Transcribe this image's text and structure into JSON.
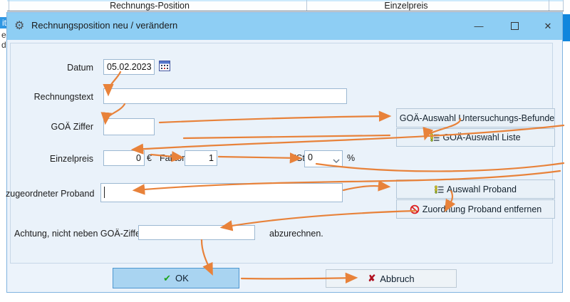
{
  "background": {
    "header_columns": [
      {
        "label": "Rechnungs-Position"
      },
      {
        "label": "Einzelpreis"
      }
    ],
    "left_fragments": {
      "selected": "it",
      "line2": "e",
      "line3": "d"
    }
  },
  "dialog": {
    "title": "Rechnungsposition neu / verändern",
    "window_controls": {
      "minimize": "—",
      "close": "✕"
    },
    "fields": {
      "datum": {
        "label": "Datum",
        "value": "05.02.2023"
      },
      "rechnungstext": {
        "label": "Rechnungstext",
        "value": ""
      },
      "goa_ziffer": {
        "label": "GOÄ Ziffer",
        "value": ""
      },
      "einzelpreis": {
        "label": "Einzelpreis",
        "value": "0",
        "suffix": "€"
      },
      "faktor": {
        "label": "Faktor",
        "value": "1"
      },
      "ust": {
        "label": "USt",
        "value": "0",
        "suffix": "%"
      },
      "proband": {
        "label": "zugeordneter Proband",
        "value": ""
      },
      "achtung": {
        "prefix": "Achtung, nicht neben GOÄ-Ziffern",
        "value": "",
        "suffix": "abzurechnen."
      }
    },
    "buttons": {
      "goa_befunde": "GOÄ-Auswahl Untersuchungs-Befunde",
      "goa_liste": "GOÄ-Auswahl Liste",
      "auswahl_proband": "Auswahl Proband",
      "zuordnung_entfernen": "Zuordnung Proband entfernen",
      "ok": "OK",
      "abbruch": "Abbruch"
    },
    "icons": {
      "gear": "⚙",
      "ok_check": "✔",
      "cancel_x": "✘"
    }
  },
  "colors": {
    "titlebar": "#8ecef4",
    "dialog_body": "#ecf3fb",
    "annotation_arrow": "#e8823a",
    "ok_button": "#a9d4f1",
    "selection_blue": "#2f97e3",
    "side_blue": "#1086dd"
  }
}
